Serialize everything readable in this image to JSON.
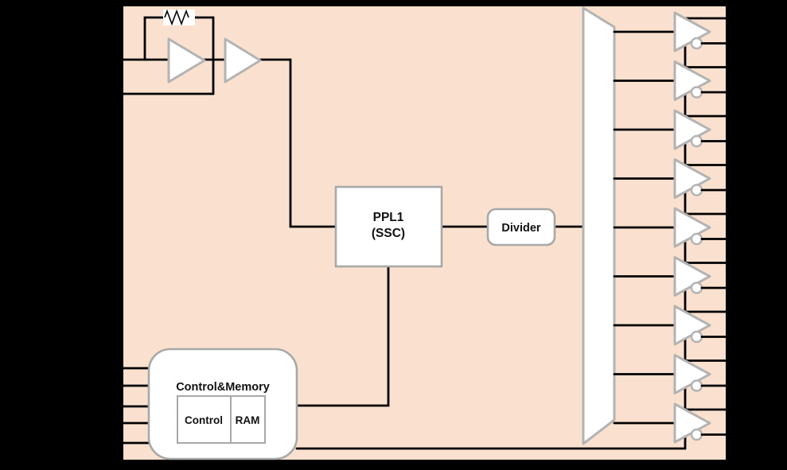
{
  "diagram_title": "clock-generator-block-diagram",
  "colors": {
    "background": "#000000",
    "chip_fill": "#fae1cf",
    "chip_border": "#000000",
    "block_fill": "#ffffff",
    "block_border": "#a8a8a8",
    "wire": "#000000"
  },
  "blocks": {
    "pll": {
      "line1": "PPL1",
      "line2": "(SSC)"
    },
    "divider": {
      "label": "Divider"
    },
    "control_memory": {
      "title": "Control&Memory",
      "control_label": "Control",
      "ram_label": "RAM"
    }
  },
  "oscillator": {
    "amplifier_count": 2,
    "has_feedback_resistor": true,
    "input_pin_count": 2
  },
  "fanout": {
    "shape": "trapezoid",
    "output_branches": 9
  },
  "outputs": {
    "buffer_count": 9,
    "has_inversion_bubble": true,
    "right_edge_pin_count": 18
  },
  "pins": {
    "left_xtal_pins": 2,
    "left_control_pins": 5,
    "right_output_pins": 18
  }
}
